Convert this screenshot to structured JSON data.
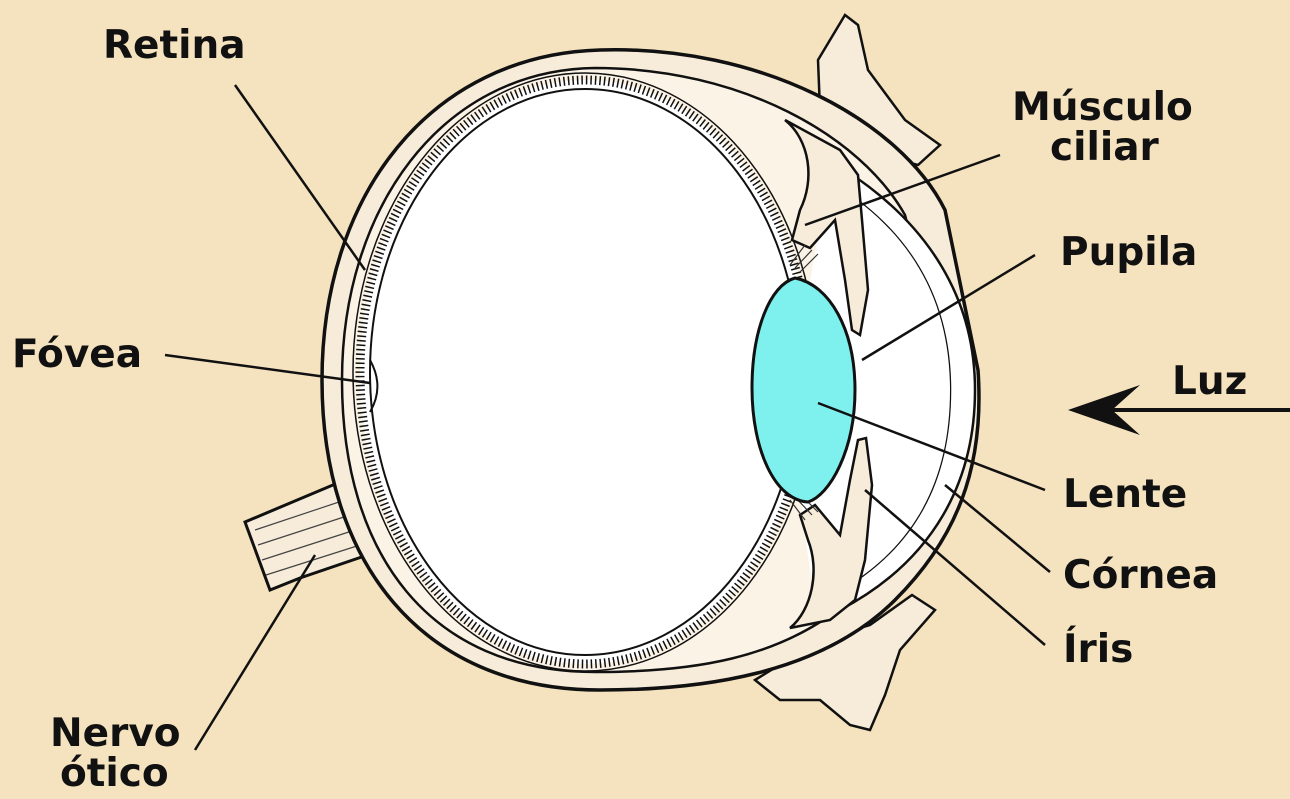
{
  "colors": {
    "background": "#f5e3bf",
    "lens": "#7ef0ee",
    "ink": "#111111",
    "eye_fill": "#ffffff",
    "muscle_fill": "#f7ecd9"
  },
  "labels": {
    "retina": "Retina",
    "musculo_ciliar": [
      "Músculo",
      "ciliar"
    ],
    "pupila": "Pupila",
    "fovea": "Fóvea",
    "luz": "Luz",
    "lente": "Lente",
    "cornea": "Córnea",
    "iris": "Íris",
    "nervo_otico": [
      "Nervo",
      "ótico"
    ]
  }
}
